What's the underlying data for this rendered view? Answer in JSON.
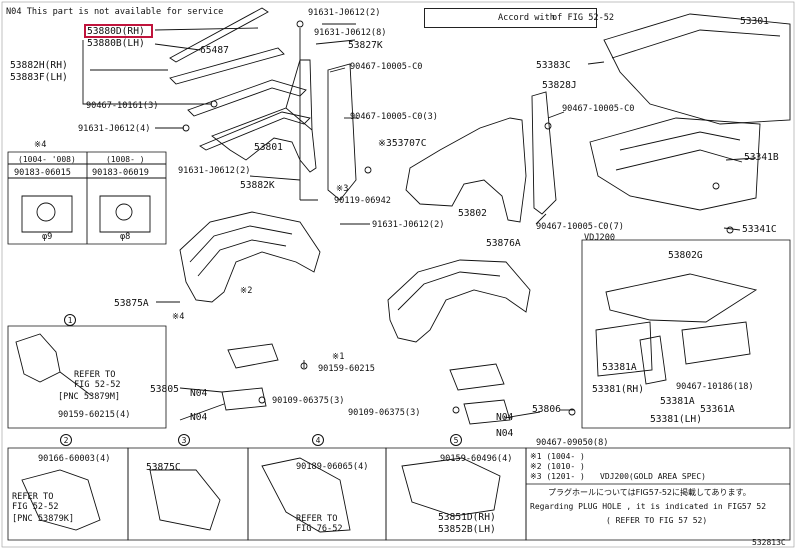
{
  "header": {
    "note_top": "N04 This part is not available for service",
    "highlighted_part": "53880D(RH)",
    "legend_text": "Accord with",
    "legend_text2": "of FIG 52-52"
  },
  "parts": {
    "p53880D": "53880D(RH)",
    "p53880B": "53880B(LH)",
    "p65487": "65487",
    "p90467_10161": "90467-10161(3)",
    "p53882H": "53882H(RH)",
    "p53883F": "53883F(LH)",
    "p91631_J0612_4": "91631-J0612(4)",
    "p91631_J0612_2a": "91631-J0612(2)",
    "p91631_J0612_8": "91631-J0612(8)",
    "p53827K": "53827K",
    "p90467_10005_C0": "90467-10005-C0",
    "p90467_10005_C0_3": "90467-10005-C0(3)",
    "p53707C": "※353707C",
    "p53801": "53801",
    "p91631_J0612_2b": "91631-J0612(2)",
    "p53882K": "53882K",
    "p90119_06942": "90119-06942",
    "p91631_J0612_2c": "91631-J0612(2)",
    "p53802": "53802",
    "p53301": "53301",
    "p53383C": "53383C",
    "p53828J": "53828J",
    "p90467_10005_C0b": "90467-10005-C0",
    "p53341B": "53341B",
    "p90467_10005_C0_7": "90467-10005-C0(7)",
    "p53341C": "53341C",
    "pVDJ200": "VDJ200",
    "p53802G": "53802G",
    "p53876A": "53876A",
    "p53875A": "53875A",
    "p90159_60215": "90159-60215",
    "p53805": "53805",
    "pN04a": "N04",
    "pN04b": "N04",
    "p90109_06375_3a": "90109-06375(3)",
    "p90109_06375_3b": "90109-06375(3)",
    "pN04c": "N04",
    "pN04d": "N04",
    "p53806": "53806",
    "p90467_09050_8": "90467-09050(8)",
    "p53381A_a": "53381A",
    "p53381_RH": "53381(RH)",
    "p53381A_b": "53381A",
    "p53381_LH": "53381(LH)",
    "p90467_10186_18": "90467-10186(18)",
    "p53361A": "53361A",
    "p90183_06015": "90183-06015",
    "p90183_06019": "90183-06019",
    "p1004": "(1004-  '008)",
    "p1008": "(1008-  )",
    "phi9": "φ9",
    "phi8": "φ8",
    "box1_refer": "REFER TO",
    "box1_fig": "FIG 52-52",
    "box1_pnc": "[PNC 53879M]",
    "box1_part": "90159-60215(4)",
    "box2_part": "90166-60003(4)",
    "box2_refer": "REFER TO",
    "box2_fig": "FIG 52-52",
    "box2_pnc": "[PNC 53879K]",
    "box3_part": "53875C",
    "box4_part": "90189-06065(4)",
    "box4_refer": "REFER TO",
    "box4_fig": "FIG 76-52",
    "box5_part": "90159-60496(4)",
    "box5_rh": "53851D(RH)",
    "box5_lh": "53852B(LH)",
    "note_x1": "※1 (1004-  )",
    "note_x2": "※2 (1010-  )",
    "note_x3": "※3 (1201-  )",
    "note_vdj": "VDJ200(GOLD AREA SPEC)",
    "note_jp": "プラグホールについてはFIG57-52に掲載してあります。",
    "note_en": "Regarding PLUG HOLE , it is indicated in FIG57 52",
    "note_ref": "( REFER TO FIG 57 52)",
    "star4": "※4",
    "star1": "※1",
    "star2": "※2",
    "star3": "※3",
    "star4b": "※4",
    "footer_code": "532813C"
  },
  "callouts": {
    "c1": "1",
    "c2": "2",
    "c3": "3",
    "c4": "4",
    "c5": "5"
  }
}
